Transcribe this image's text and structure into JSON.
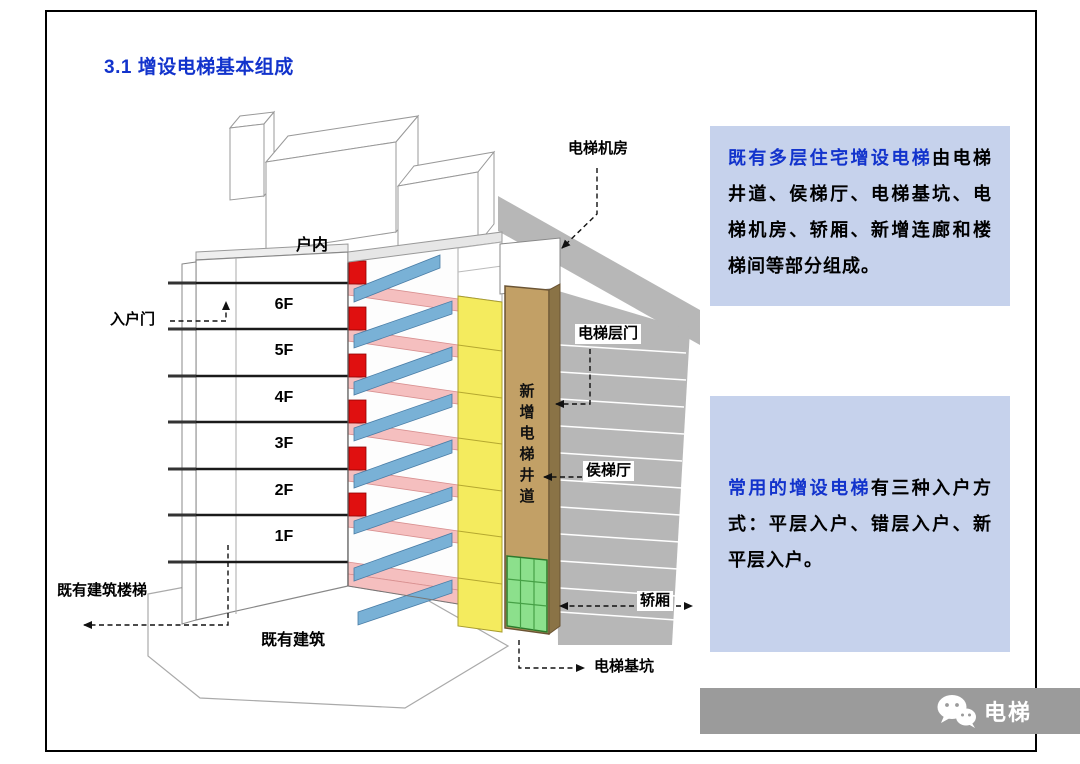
{
  "slide": {
    "title": "3.1 增设电梯基本组成"
  },
  "diagram": {
    "floors": [
      "6F",
      "5F",
      "4F",
      "3F",
      "2F",
      "1F"
    ],
    "labels": {
      "indoor": "户内",
      "entry_door": "入户门",
      "existing_stairs": "既有建筑楼梯",
      "existing_building": "既有建筑",
      "new_shaft": "新增电梯井道"
    },
    "annotations": {
      "machine_room": "电梯机房",
      "landing_door": "电梯层门",
      "waiting_hall": "侯梯厅",
      "car": "轿厢",
      "pit": "电梯基坑"
    }
  },
  "info_boxes": [
    {
      "highlight": "既有多层住宅增设电梯",
      "body": "由电梯井道、侯梯厅、电梯基坑、电梯机房、轿厢、新增连廊和楼梯间等部分组成。"
    },
    {
      "highlight": "常用的增设电梯",
      "body": "有三种入户方式：平层入户、错层入户、新平层入户。"
    }
  ],
  "watermark": {
    "brand": "电梯"
  },
  "colors": {
    "title_blue": "#1233cc",
    "highlight_blue": "#1233cc",
    "info_box_bg": "#c6d2ec",
    "watermark_band_gray": "#9b9b9b",
    "shaft_tan": "#c2a066",
    "corridor_yellow": "#f4eb5e",
    "stair_blue": "#79b1d6",
    "slab_pink": "#f5bfbf",
    "door_red": "#e01010",
    "car_green": "#8ce08c"
  }
}
